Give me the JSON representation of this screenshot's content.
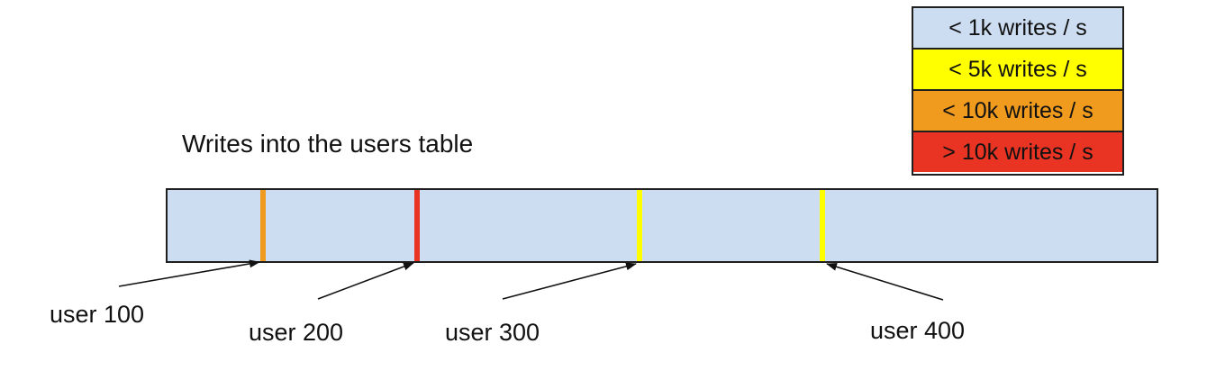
{
  "title": "Writes into the users table",
  "legend": {
    "items": [
      {
        "label": "< 1k writes / s",
        "color": "#cdddf1"
      },
      {
        "label": "< 5k writes / s",
        "color": "#ffff00"
      },
      {
        "label": "< 10k writes / s",
        "color": "#f09a1e"
      },
      {
        "label": "> 10k writes / s",
        "color": "#ea3423"
      }
    ]
  },
  "bar": {
    "fill": "#cdddf1",
    "border_color": "#1f1f1f"
  },
  "users": [
    {
      "name": "user 100",
      "write_rate": "< 10k writes / s",
      "stripe_color": "#f09a1e"
    },
    {
      "name": "user 200",
      "write_rate": "> 10k writes / s",
      "stripe_color": "#ea3423"
    },
    {
      "name": "user 300",
      "write_rate": "< 5k writes / s",
      "stripe_color": "#ffff00"
    },
    {
      "name": "user 400",
      "write_rate": "< 5k writes / s",
      "stripe_color": "#ffff00"
    }
  ]
}
